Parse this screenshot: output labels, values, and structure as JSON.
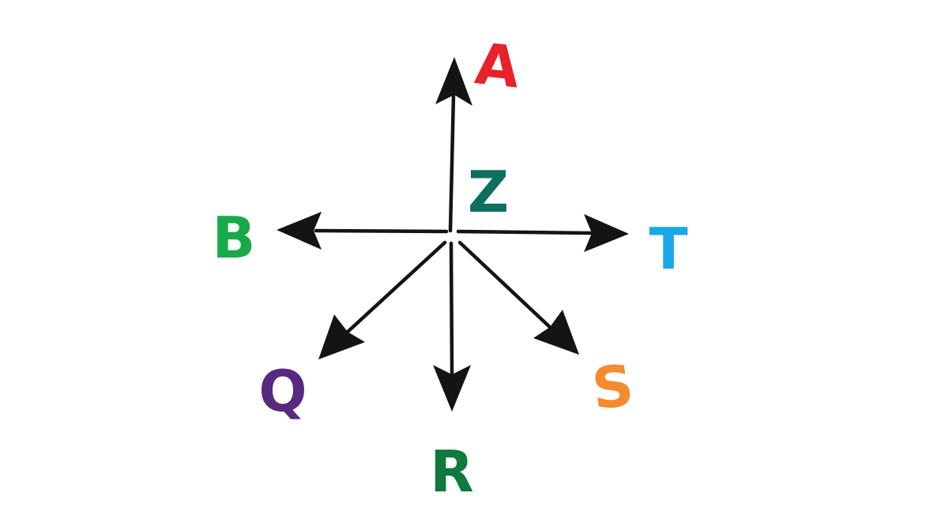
{
  "diagram": {
    "center_label": "Z",
    "center_color": "#0f6e62",
    "directions": [
      {
        "id": "up",
        "label": "A",
        "color": "#e8212b"
      },
      {
        "id": "left",
        "label": "B",
        "color": "#1aa94a"
      },
      {
        "id": "right",
        "label": "T",
        "color": "#17a9e6"
      },
      {
        "id": "down-left",
        "label": "Q",
        "color": "#572a80"
      },
      {
        "id": "down",
        "label": "R",
        "color": "#0f7a3c"
      },
      {
        "id": "down-right",
        "label": "S",
        "color": "#f58a2e"
      }
    ],
    "arrow_color": "#141414"
  }
}
